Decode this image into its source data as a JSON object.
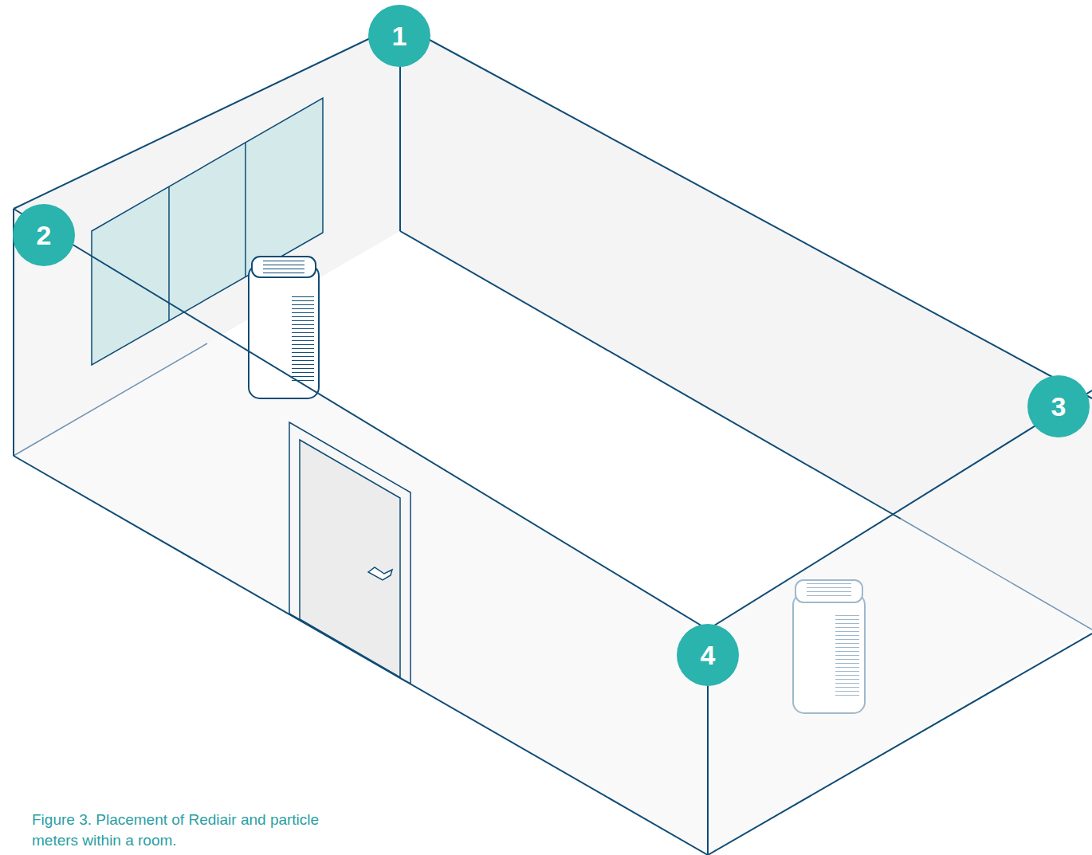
{
  "diagram": {
    "caption": "Figure 3. Placement of Rediair and particle meters within a room.",
    "nodes": [
      {
        "text": [
          "1"
        ]
      },
      {
        "text": [
          "2"
        ]
      },
      {
        "text": [
          "3"
        ]
      },
      {
        "text": [
          "4"
        ]
      }
    ]
  }
}
